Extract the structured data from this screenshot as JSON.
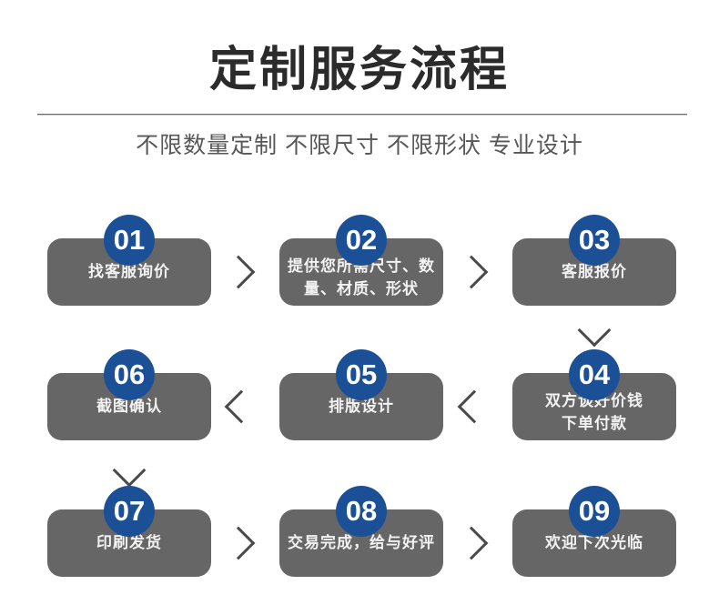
{
  "header": {
    "title": "定制服务流程",
    "subtitle": "不限数量定制 不限尺寸 不限形状 专业设计"
  },
  "colors": {
    "badge_blue": "#1b4f96",
    "step_gray": "#666666",
    "title_dark": "#2b2b2b",
    "subtitle_gray": "#575757",
    "chevron_gray": "#4a4a4a",
    "background": "#ffffff"
  },
  "flow": {
    "steps": [
      {
        "number": "01",
        "label": "找客服询价",
        "row": 1,
        "col": 1
      },
      {
        "number": "02",
        "label": "提供您所需尺寸、数\n量、材质、形状",
        "row": 1,
        "col": 2
      },
      {
        "number": "03",
        "label": "客服报价",
        "row": 1,
        "col": 3
      },
      {
        "number": "06",
        "label": "截图确认",
        "row": 2,
        "col": 1
      },
      {
        "number": "05",
        "label": "排版设计",
        "row": 2,
        "col": 2
      },
      {
        "number": "04",
        "label": "双方谈好价钱\n下单付款",
        "row": 2,
        "col": 3
      },
      {
        "number": "07",
        "label": "印刷发货",
        "row": 3,
        "col": 1
      },
      {
        "number": "08",
        "label": "交易完成，给与好评",
        "row": 3,
        "col": 2
      },
      {
        "number": "09",
        "label": "欢迎下次光临",
        "row": 3,
        "col": 3
      }
    ],
    "connectors": [
      {
        "icon": "chevron-right-icon",
        "between": "01-02"
      },
      {
        "icon": "chevron-right-icon",
        "between": "02-03"
      },
      {
        "icon": "chevron-down-icon",
        "between": "03-04"
      },
      {
        "icon": "chevron-left-icon",
        "between": "04-05"
      },
      {
        "icon": "chevron-left-icon",
        "between": "05-06"
      },
      {
        "icon": "chevron-down-icon",
        "between": "06-07"
      },
      {
        "icon": "chevron-right-icon",
        "between": "07-08"
      },
      {
        "icon": "chevron-right-icon",
        "between": "08-09"
      }
    ]
  }
}
